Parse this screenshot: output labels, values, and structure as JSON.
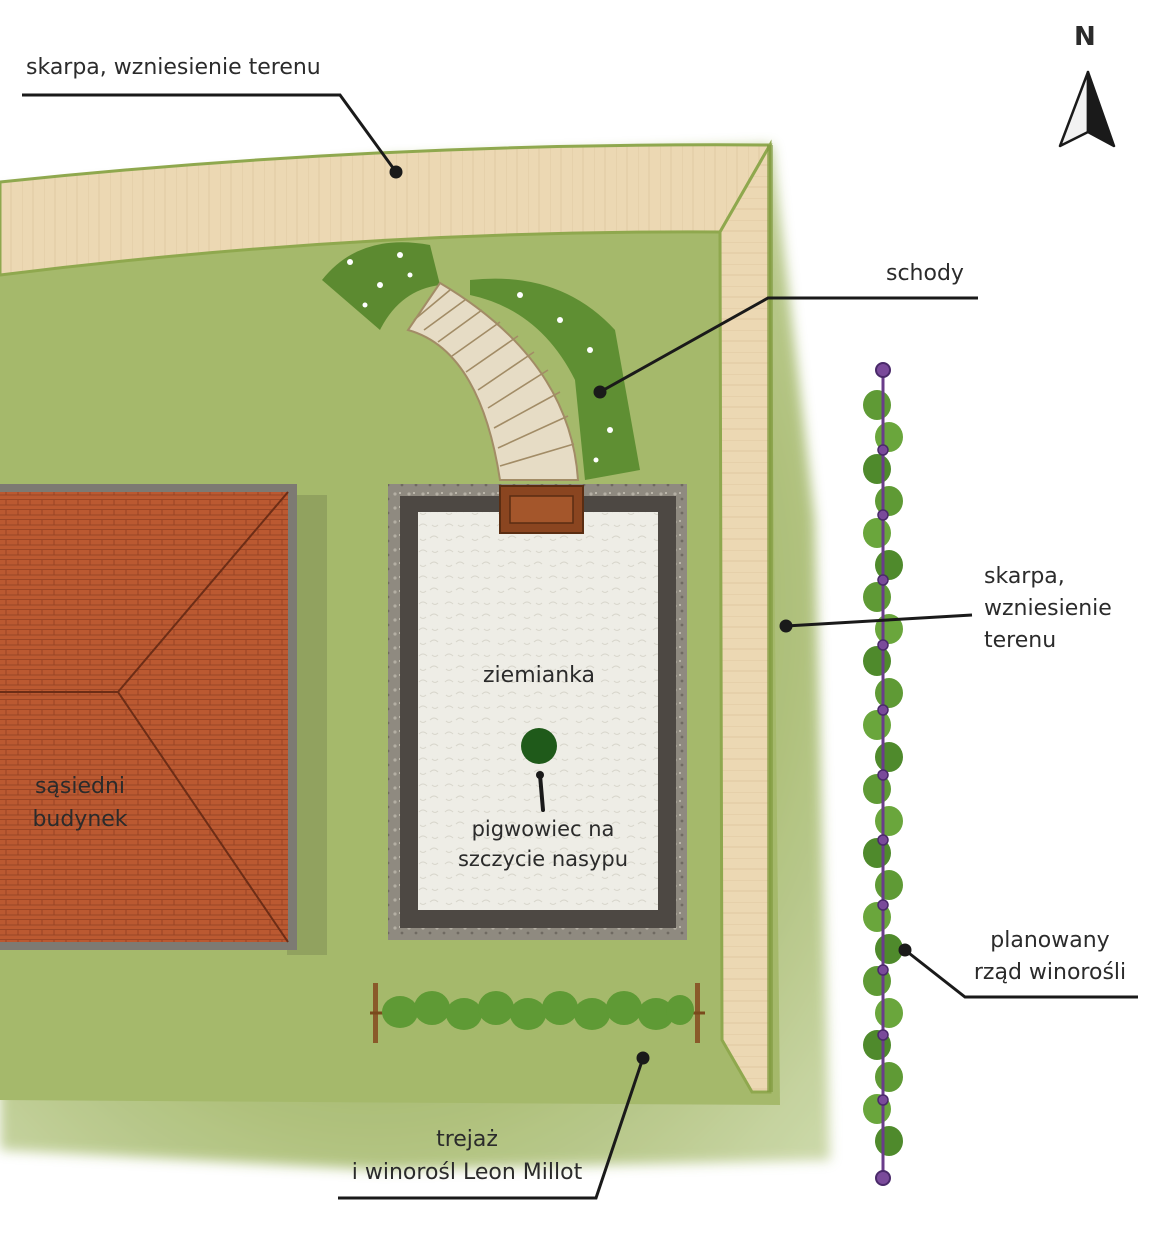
{
  "compass": {
    "label": "N",
    "icon": "north-arrow-icon"
  },
  "labels": {
    "skarpa_top": "skarpa, wzniesienie terenu",
    "schody": "schody",
    "skarpa_right": [
      "skarpa,",
      "wzniesienie",
      "terenu"
    ],
    "ziemianka": "ziemianka",
    "pigwowiec": [
      "pigwowiec na",
      "szczycie nasypu"
    ],
    "sasiedni": [
      "sąsiedni",
      "budynek"
    ],
    "planowany": [
      "planowany",
      "rząd winorośli"
    ],
    "trejaz": [
      "trejaż",
      "i winorośl Leon Millot"
    ]
  },
  "colors": {
    "lawn": "#a9bb70",
    "embankment": "#ecd9b5",
    "roof": "#b9552f",
    "mound": "#ecebe4",
    "mound_frame": "#4d4843",
    "vine_post": "#6a3c8a",
    "quince": "#1f5a1a",
    "leader": "#1a1a1a"
  }
}
